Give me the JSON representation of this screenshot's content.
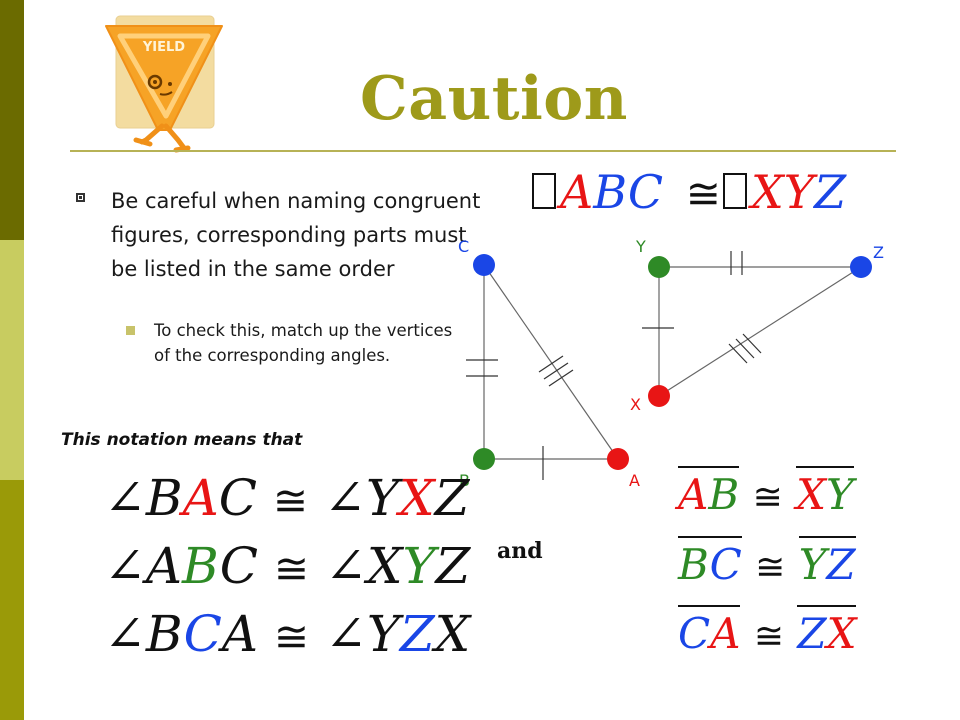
{
  "slide": {
    "title": "Caution",
    "logo_text": "YIELD",
    "bullet_main": "Be careful when naming congruent figures, corresponding parts must be listed in the same order",
    "bullet_sub": "To check this, match up the vertices of the corresponding angles.",
    "note": "This notation means that",
    "and_label": "and"
  },
  "diagram": {
    "vertices": {
      "C": "C",
      "B": "B",
      "A": "A",
      "Y": "Y",
      "Z": "Z",
      "X": "X"
    }
  },
  "colors": {
    "side_bar_top": "#6b6b00",
    "side_bar_mid": "#c8cc60",
    "side_bar_bottom": "#9a9a08",
    "title": "#9e9a1a",
    "red": "#e81515",
    "green": "#2e8a26",
    "blue": "#1a46e6"
  }
}
